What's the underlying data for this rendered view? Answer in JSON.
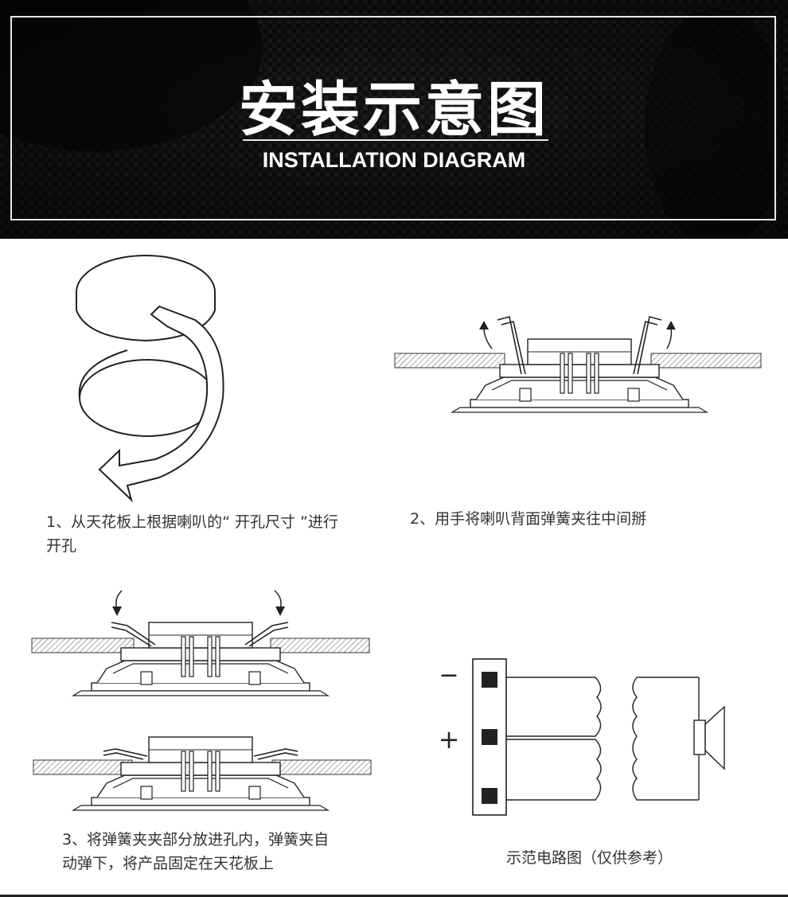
{
  "header": {
    "title_cn": "安装示意图",
    "title_en": "INSTALLATION DIAGRAM"
  },
  "steps": [
    {
      "caption": "1、从天花板上根据喇叭的“ 开孔尺寸 ”进行开孔"
    },
    {
      "caption": "2、用手将喇叭背面弹簧夹往中间掰"
    },
    {
      "caption": "3、将弹簧夹夹部分放进孔内，弹簧夹自动弹下，将产品固定在天花板上"
    }
  ],
  "circuit": {
    "caption": "示范电路图（仅供参考）",
    "minus_label": "−",
    "plus_label": "+"
  }
}
